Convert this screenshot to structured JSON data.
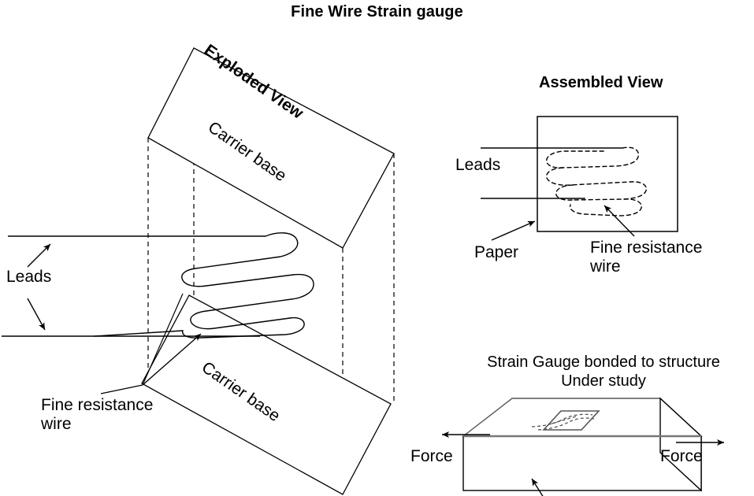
{
  "title": "Fine Wire Strain gauge",
  "colors": {
    "stroke": "#000000",
    "background": "#ffffff",
    "shading": "#808080"
  },
  "exploded_view": {
    "heading": "Exploded View",
    "carrier_base_top": "Carrier base",
    "carrier_base_bottom": "Carrier base",
    "leads_label": "Leads",
    "fine_resistance_wire_label": "Fine resistance\nwire",
    "fine_resistance_wire_line1": "Fine resistance",
    "fine_resistance_wire_line2": "wire"
  },
  "assembled_view": {
    "heading": "Assembled View",
    "leads_label": "Leads",
    "paper_label": "Paper",
    "fine_resistance_wire_line1": "Fine resistance",
    "fine_resistance_wire_line2": "wire"
  },
  "bonded_structure": {
    "caption_line1": "Strain Gauge bonded to structure",
    "caption_line2": "Under study",
    "force_left": "Force",
    "force_right": "Force"
  },
  "icons": {
    "arrow_marker": "arrowhead-icon"
  }
}
